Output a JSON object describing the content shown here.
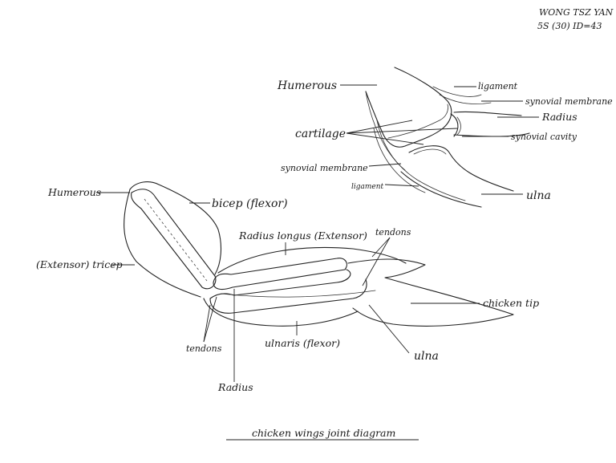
{
  "header": {
    "name": "WONG TSZ YAN",
    "class_id": "5S (30)  ID=43"
  },
  "title": "chicken wings joint diagram",
  "joint_labels": {
    "humerous": "Humerous",
    "cartilage": "cartilage",
    "synovial_membrane_left": "synovial membrane",
    "ligament_left": "ligament",
    "ligament_top": "ligament",
    "synovial_membrane_right": "synovial membrane",
    "radius": "Radius",
    "synovial_cavity": "synovial cavity",
    "ulna": "ulna"
  },
  "wing_labels": {
    "humerous": "Humerous",
    "bicep": "bicep (flexor)",
    "tricep": "(Extensor) tricep",
    "radius_longus": "Radius longus (Extensor)",
    "tendons_top": "tendons",
    "chicken_tip": "chicken tip",
    "tendons_bottom": "tendons",
    "ulnaris": "ulnaris (flexor)",
    "ulna": "ulna",
    "radius": "Radius"
  }
}
